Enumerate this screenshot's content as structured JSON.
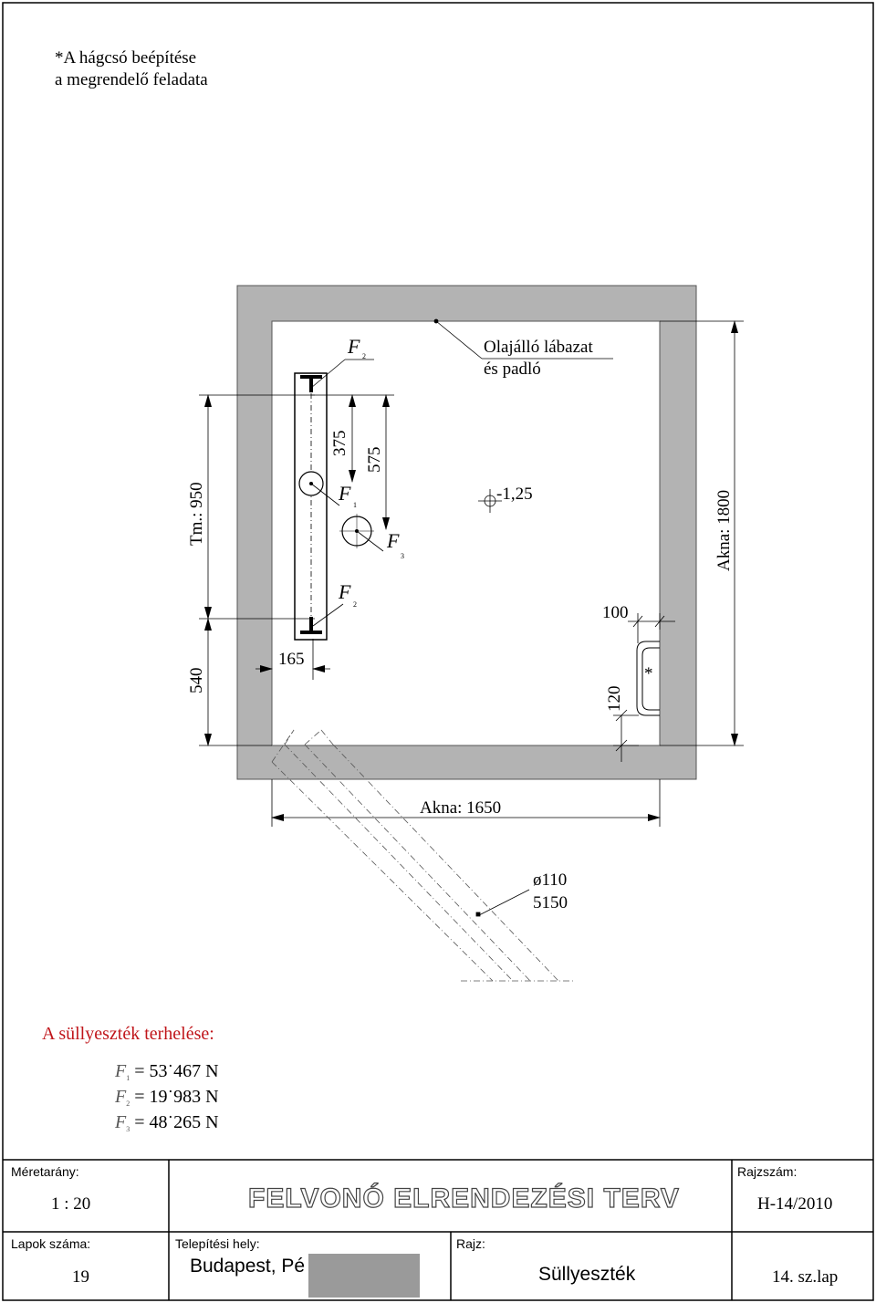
{
  "note": {
    "line1": "*A hágcsó beépítése",
    "line2": "a megrendelő feladata"
  },
  "drawing": {
    "label_F2_top": "F",
    "label_F2_top_sub": "2",
    "label_F1": "F",
    "label_F1_sub": "1",
    "label_F3": "F",
    "label_F3_sub": "3",
    "label_F2_bottom": "F",
    "label_F2_bottom_sub": "2",
    "floor_line1": "Olajálló lábazat",
    "floor_line2": "és padló",
    "level": "-1,25",
    "dim_375": "375",
    "dim_575": "575",
    "dim_tm": "Tm.: 950",
    "dim_540": "540",
    "dim_165": "165",
    "dim_100": "100",
    "dim_120": "120",
    "asterisk": "*",
    "dim_akna_height": "Akna: 1800",
    "dim_akna_width": "Akna: 1650",
    "pipe_diameter": "ø110",
    "pipe_length": "5150",
    "wall_color": "#b3b3b3"
  },
  "loads": {
    "title": "A süllyeszték terhelése:",
    "rows": [
      {
        "sym": "F",
        "sub": "1",
        "value": "= 53˙467 N"
      },
      {
        "sym": "F",
        "sub": "2",
        "value": "= 19˙983 N"
      },
      {
        "sym": "F",
        "sub": "3",
        "value": "= 48˙265 N"
      }
    ],
    "title_color": "#c0161b"
  },
  "title_block": {
    "scale_label": "Méretarány:",
    "scale_value": "1 : 20",
    "drawing_title": "FELVONÓ ELRENDEZÉSI TERV",
    "drawing_no_label": "Rajzszám:",
    "drawing_no_value": "H-14/2010",
    "sheets_label": "Lapok száma:",
    "sheets_value": "19",
    "location_label": "Telepítési hely:",
    "location_value": "Budapest, Pé",
    "drawing_label": "Rajz:",
    "drawing_value": "Süllyeszték",
    "page_value": "14. sz.lap"
  }
}
